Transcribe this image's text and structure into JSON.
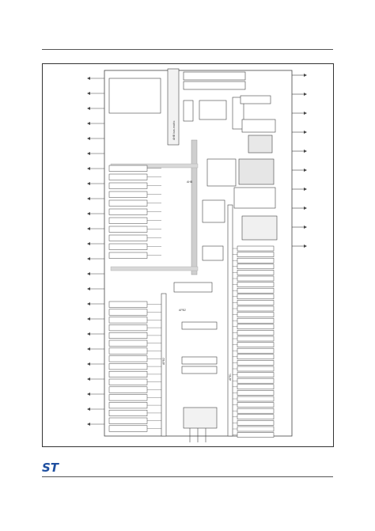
{
  "logo": {
    "text": "ST"
  },
  "diagram": {
    "left_pins": 24,
    "right_pins": 10,
    "left_blocks": 28,
    "right_blocks": 32,
    "center_labels": [
      "APB2",
      "AHB"
    ],
    "side_labels": [
      "AHB bus-matrix",
      "APB1",
      "APB2"
    ]
  },
  "colors": {
    "brand": "#1f4fa0",
    "line": "#333333",
    "bus": "#bdbdbd",
    "shade": "#cccccc"
  }
}
